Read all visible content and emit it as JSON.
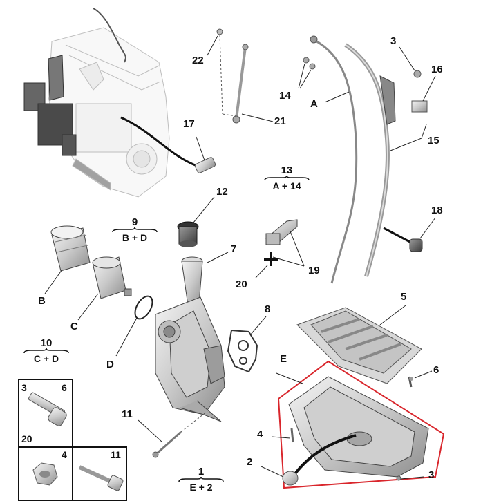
{
  "callouts": {
    "c22": "22",
    "c21": "21",
    "c17": "17",
    "c12": "12",
    "c7": "7",
    "c14": "14",
    "cA": "A",
    "c3top": "3",
    "c16": "16",
    "c15": "15",
    "c18": "18",
    "c19": "19",
    "c20": "20",
    "cB": "B",
    "cC": "C",
    "cD": "D",
    "c8": "8",
    "c5": "5",
    "cE": "E",
    "c6": "6",
    "c11": "11",
    "c4": "4",
    "c2": "2",
    "c3bottom": "3"
  },
  "groups": {
    "g13": {
      "number": "13",
      "formula": "A + 14"
    },
    "g9": {
      "number": "9",
      "formula": "B + D"
    },
    "g10": {
      "number": "10",
      "formula": "C + D"
    },
    "g1": {
      "number": "1",
      "formula": "E + 2"
    }
  },
  "inset": {
    "box1_left": "3",
    "box1_right": "6",
    "box1_bottom": "20",
    "box2_left": "4",
    "box2_right": "11"
  },
  "colors": {
    "highlight": "#d9262c",
    "ink": "#111111",
    "line": "#222222"
  }
}
